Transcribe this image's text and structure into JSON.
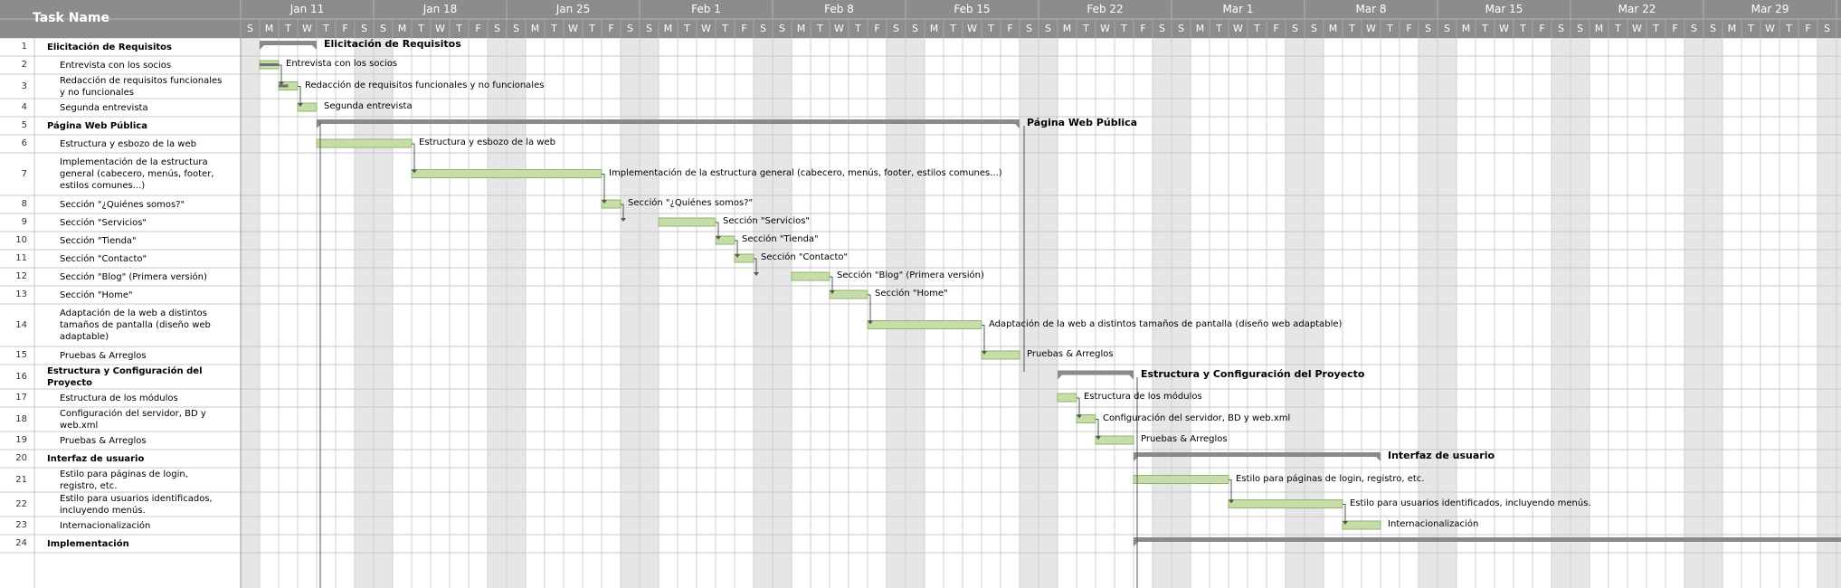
{
  "header": {
    "task_name_label": "Task Name",
    "weeks": [
      "Jan 11",
      "Jan 18",
      "Jan 25",
      "Feb 1",
      "Feb 8",
      "Feb 15",
      "Feb 22",
      "Mar 1",
      "Mar 8",
      "Mar 15",
      "Mar 22",
      "Mar 29"
    ],
    "days": [
      "S",
      "M",
      "T",
      "W",
      "T",
      "F",
      "S"
    ]
  },
  "colors": {
    "header_bg": "#8c8c8c",
    "weekend_bg": "#e6e6e6",
    "task_bar": "#c5dea8",
    "task_bar_border": "#93b36f",
    "summary_bar": "#8a8a8a",
    "progress": "#6f6f6f"
  },
  "tasks": [
    {
      "num": "1",
      "name": "Elicitación de Requisitos",
      "summary": true,
      "start": 1,
      "dur": 3,
      "label": "Elicitación de Requisitos"
    },
    {
      "num": "2",
      "name": "Entrevista con los socios",
      "summary": false,
      "start": 1,
      "dur": 1,
      "label": "Entrevista con los socios",
      "progress": 1
    },
    {
      "num": "3",
      "name": "Redacción de requisitos funcionales y no funcionales",
      "summary": false,
      "start": 2,
      "dur": 1,
      "label": "Redacción de requisitos funcionales y no funcionales",
      "progress": 0.5
    },
    {
      "num": "4",
      "name": "Segunda entrevista",
      "summary": false,
      "start": 3,
      "dur": 1,
      "label": "Segunda entrevista"
    },
    {
      "num": "5",
      "name": "Página Web Pública",
      "summary": true,
      "start": 4,
      "dur": 37,
      "label": "Página Web Pública"
    },
    {
      "num": "6",
      "name": "Estructura y esbozo de la web",
      "summary": false,
      "start": 4,
      "dur": 5,
      "label": "Estructura y esbozo de la web"
    },
    {
      "num": "7",
      "name": "Implementación de la estructura general (cabecero, menús, footer, estilos comunes...)",
      "summary": false,
      "start": 9,
      "dur": 10,
      "label": "Implementación de la estructura general (cabecero, menús, footer, estilos comunes...)"
    },
    {
      "num": "8",
      "name": "Sección \"¿Quiénes somos?\"",
      "summary": false,
      "start": 19,
      "dur": 1,
      "label": "Sección \"¿Quiénes somos?\""
    },
    {
      "num": "9",
      "name": "Sección \"Servicios\"",
      "summary": false,
      "start": 22,
      "dur": 3,
      "label": "Sección \"Servicios\""
    },
    {
      "num": "10",
      "name": "Sección \"Tienda\"",
      "summary": false,
      "start": 25,
      "dur": 1,
      "label": "Sección \"Tienda\""
    },
    {
      "num": "11",
      "name": "Sección \"Contacto\"",
      "summary": false,
      "start": 26,
      "dur": 1,
      "label": "Sección \"Contacto\""
    },
    {
      "num": "12",
      "name": "Sección \"Blog\" (Primera versión)",
      "summary": false,
      "start": 29,
      "dur": 2,
      "label": "Sección \"Blog\" (Primera versión)"
    },
    {
      "num": "13",
      "name": "Sección \"Home\"",
      "summary": false,
      "start": 31,
      "dur": 2,
      "label": "Sección \"Home\""
    },
    {
      "num": "14",
      "name": "Adaptación de la web a distintos tamaños de pantalla (diseño web adaptable)",
      "summary": false,
      "start": 33,
      "dur": 6,
      "label": "Adaptación de la web a distintos tamaños de pantalla (diseño web adaptable)"
    },
    {
      "num": "15",
      "name": "Pruebas & Arreglos",
      "summary": false,
      "start": 39,
      "dur": 2,
      "label": "Pruebas & Arreglos"
    },
    {
      "num": "16",
      "name": "Estructura y Configuración del Proyecto",
      "summary": true,
      "start": 43,
      "dur": 4,
      "label": "Estructura y Configuración del Proyecto"
    },
    {
      "num": "17",
      "name": "Estructura de los módulos",
      "summary": false,
      "start": 43,
      "dur": 1,
      "label": "Estructura de los módulos"
    },
    {
      "num": "18",
      "name": "Configuración del servidor, BD y web.xml",
      "summary": false,
      "start": 44,
      "dur": 1,
      "label": "Configuración del servidor, BD y web.xml"
    },
    {
      "num": "19",
      "name": "Pruebas & Arreglos",
      "summary": false,
      "start": 45,
      "dur": 2,
      "label": "Pruebas & Arreglos"
    },
    {
      "num": "20",
      "name": "Interfaz de usuario",
      "summary": true,
      "start": 47,
      "dur": 13,
      "label": "Interfaz de usuario"
    },
    {
      "num": "21",
      "name": "Estilo para páginas de login, registro, etc.",
      "summary": false,
      "start": 47,
      "dur": 5,
      "label": "Estilo para páginas de login, registro, etc."
    },
    {
      "num": "22",
      "name": "Estilo para usuarios identificados, incluyendo menús.",
      "summary": false,
      "start": 52,
      "dur": 6,
      "label": "Estilo para usuarios identificados, incluyendo menús."
    },
    {
      "num": "23",
      "name": "Internacionalización",
      "summary": false,
      "start": 58,
      "dur": 2,
      "label": "Internacionalización"
    },
    {
      "num": "24",
      "name": "Implementación",
      "summary": true,
      "start": 47,
      "dur": 60,
      "label": ""
    }
  ]
}
